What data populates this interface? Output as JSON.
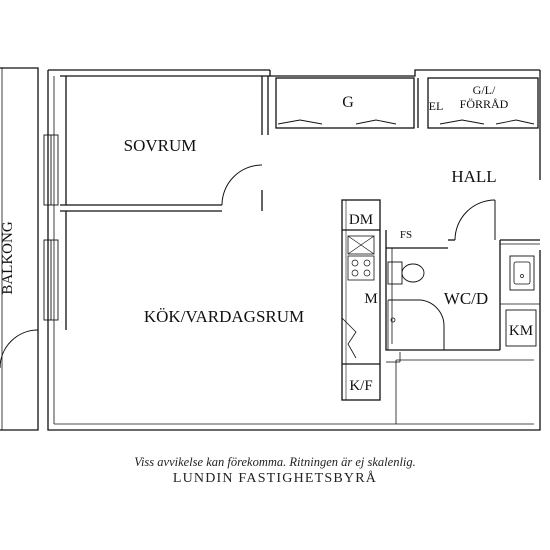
{
  "rooms": {
    "sovrum": "SOVRUM",
    "g": "G",
    "el": "EL",
    "g_forrad_line1": "G/L/",
    "g_forrad_line2": "FÖRRÅD",
    "hall": "HALL",
    "balkong": "BALKONG",
    "dm": "DM",
    "fs": "FS",
    "m": "M",
    "wc_d": "WC/D",
    "kok_vardagsrum": "KÖK/VARDAGSRUM",
    "km": "KM",
    "k_f": "K/F"
  },
  "footer": {
    "note": "Viss avvikelse kan förekomma. Ritningen är ej skalenlig.",
    "brand": "LUNDIN FASTIGHETSBYRÅ"
  }
}
